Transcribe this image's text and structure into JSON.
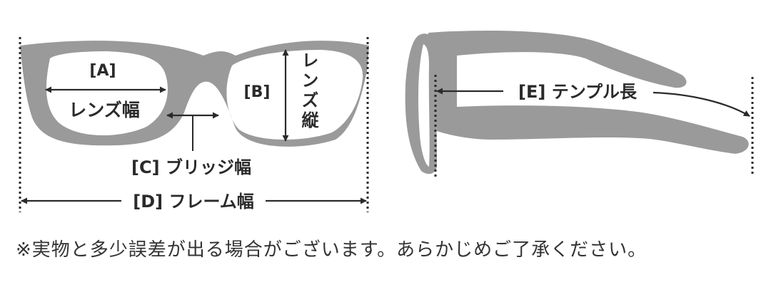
{
  "colors": {
    "frame": "#9a9a9a",
    "ink": "#2a2a2a",
    "background": "#ffffff"
  },
  "front_view": {
    "label_a": "[A]",
    "lens_width": "レンズ幅",
    "label_b": "[B]",
    "lens_height": "レンズ縦",
    "bridge_width": "[C] ブリッジ幅",
    "frame_width": "[D] フレーム幅"
  },
  "side_view": {
    "temple_length": "[E] テンプル長"
  },
  "note": "※実物と多少誤差が出る場合がございます。あらかじめご了承ください。"
}
